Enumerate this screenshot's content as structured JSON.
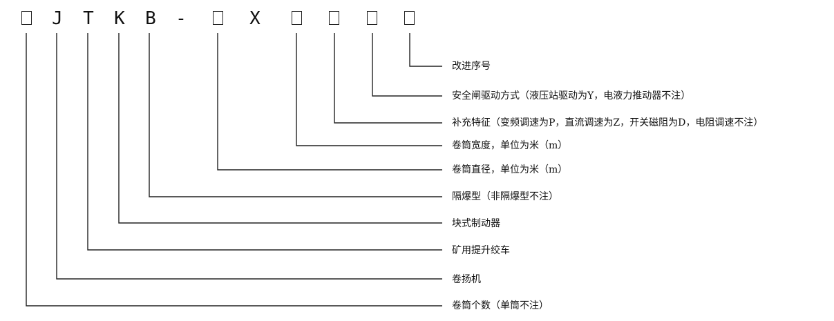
{
  "model_code": {
    "chars": [
      "□",
      "J",
      "T",
      "K",
      "B",
      "-",
      "□",
      "X",
      "□",
      "□",
      "□",
      "□"
    ]
  },
  "descriptions": [
    "改进序号",
    "安全闸驱动方式（液压站驱动为Y，电液力推动器不注）",
    "补充特征（变频调速为P，直流调速为Z，开关磁阻为D，电阻调速不注）",
    "卷筒宽度，单位为米（m）",
    "卷筒直径，单位为米（m）",
    "隔爆型（非隔爆型不注）",
    "块式制动器",
    "矿用提升绞车",
    "卷扬机",
    "卷筒个数（单筒不注）"
  ],
  "colors": {
    "line": "#222222",
    "text": "#111111",
    "background": "#ffffff"
  }
}
